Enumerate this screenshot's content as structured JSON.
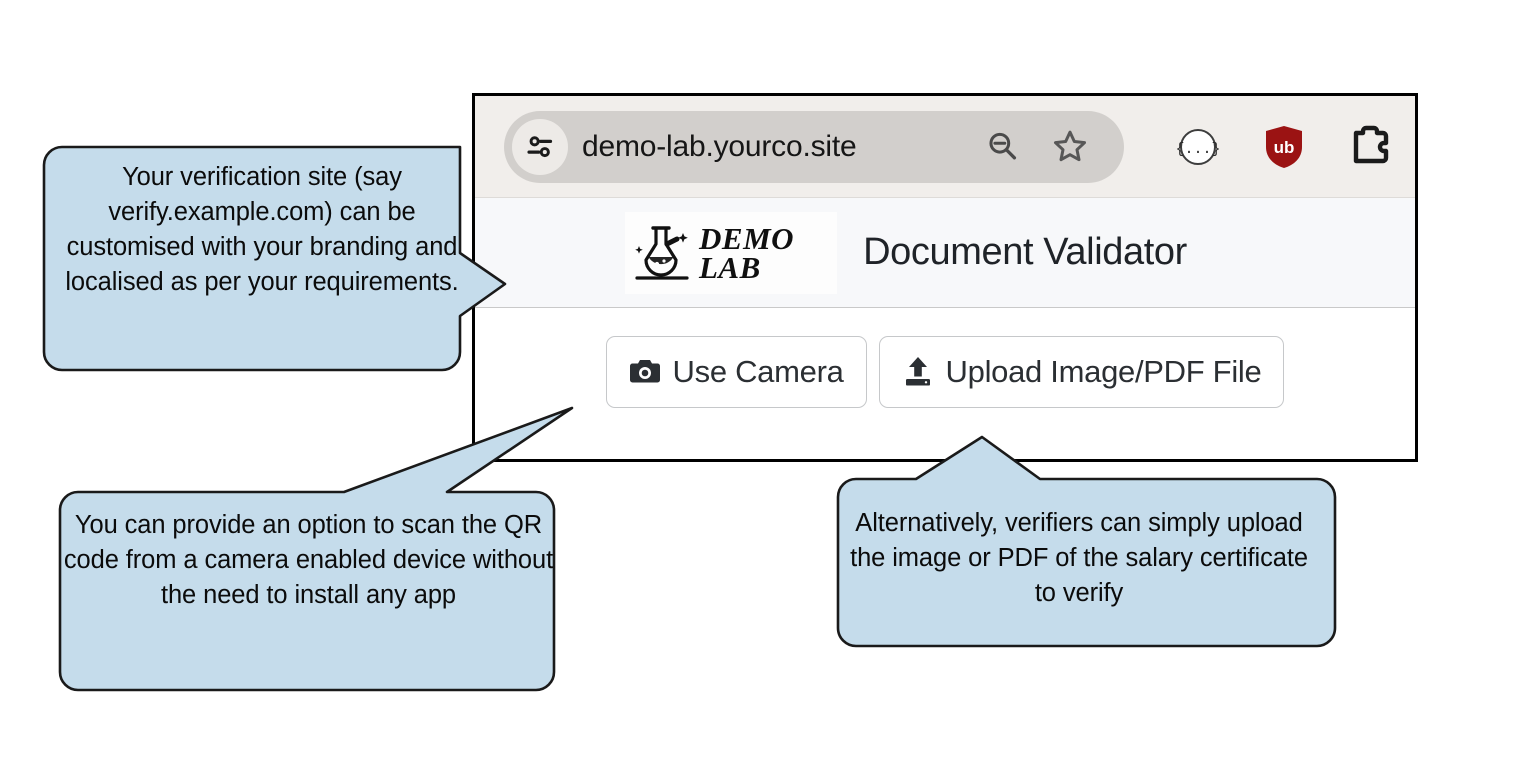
{
  "browser": {
    "omnibox": {
      "url": "demo-lab.yourco.site",
      "site_settings_icon": "sliders-icon",
      "zoom_out_icon": "magnifier-minus-icon",
      "bookmark_icon": "star-outline-icon"
    },
    "toolbar_extensions": [
      {
        "name": "json-viewer-icon",
        "label": "{...}",
        "color": "#3a3a3a"
      },
      {
        "name": "ublock-origin-icon",
        "label": "ub",
        "color": "#9b1313"
      },
      {
        "name": "extensions-puzzle-icon",
        "label": "",
        "color": "#1b1b1b"
      }
    ]
  },
  "site": {
    "brand": {
      "line1": "DEMO",
      "line2": "LAB",
      "logo_icon": "flask-icon"
    },
    "title": "Document Validator",
    "buttons": [
      {
        "name": "use-camera-button",
        "label": "Use Camera",
        "icon": "camera-icon"
      },
      {
        "name": "upload-file-button",
        "label": "Upload Image/PDF File",
        "icon": "upload-icon"
      }
    ]
  },
  "callouts": [
    {
      "name": "callout-branding",
      "text": "Your verification site (say verify.example.com) can be customised with your branding and localised as per your requirements."
    },
    {
      "name": "callout-camera",
      "text": "You can provide an option  to scan the QR code from a camera enabled device without the need to install any app"
    },
    {
      "name": "callout-upload",
      "text": "Alternatively, verifiers can simply upload the image or PDF of the salary certificate to verify"
    }
  ],
  "colors": {
    "callout_fill": "#c5dceb",
    "callout_stroke": "#1a1a1a",
    "toolbar_bg": "#f1eeeb",
    "omnibox_bg": "#d2cfcc",
    "header_bg": "#f7f8fa",
    "ublock_red": "#9b1313"
  }
}
